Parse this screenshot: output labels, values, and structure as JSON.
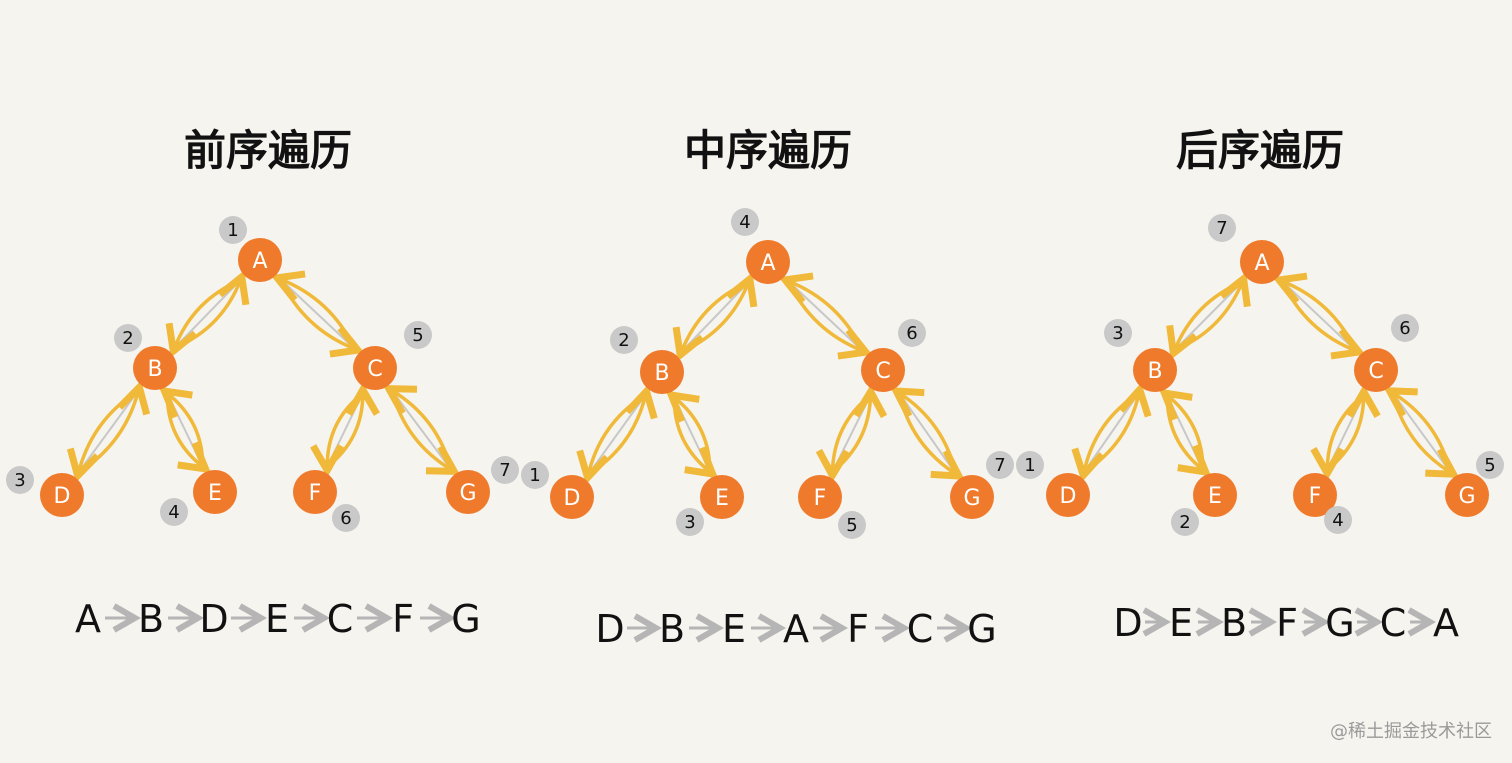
{
  "colors": {
    "background": "#f6f4ef",
    "node": "#ef7a2b",
    "arrow": "#f0b93a",
    "edge": "#c8c8c8",
    "badge": "#c9c9c9",
    "sequence_arrow": "#b5b5b5",
    "text": "#111111"
  },
  "panels": [
    {
      "id": "preorder",
      "title": "前序遍历",
      "orders": {
        "A": "1",
        "B": "2",
        "C": "5",
        "D": "3",
        "E": "4",
        "F": "6",
        "G": "7"
      },
      "sequence": [
        "A",
        "B",
        "D",
        "E",
        "C",
        "F",
        "G"
      ]
    },
    {
      "id": "inorder",
      "title": "中序遍历",
      "orders": {
        "A": "4",
        "B": "2",
        "C": "6",
        "D": "1",
        "E": "3",
        "F": "5",
        "G": "7"
      },
      "sequence": [
        "D",
        "B",
        "E",
        "A",
        "F",
        "C",
        "G"
      ]
    },
    {
      "id": "postorder",
      "title": "后序遍历",
      "orders": {
        "A": "7",
        "B": "3",
        "C": "6",
        "D": "1",
        "E": "2",
        "F": "4",
        "G": "5"
      },
      "sequence": [
        "D",
        "E",
        "B",
        "F",
        "G",
        "C",
        "A"
      ]
    }
  ],
  "watermark": "@稀土掘金技术社区"
}
